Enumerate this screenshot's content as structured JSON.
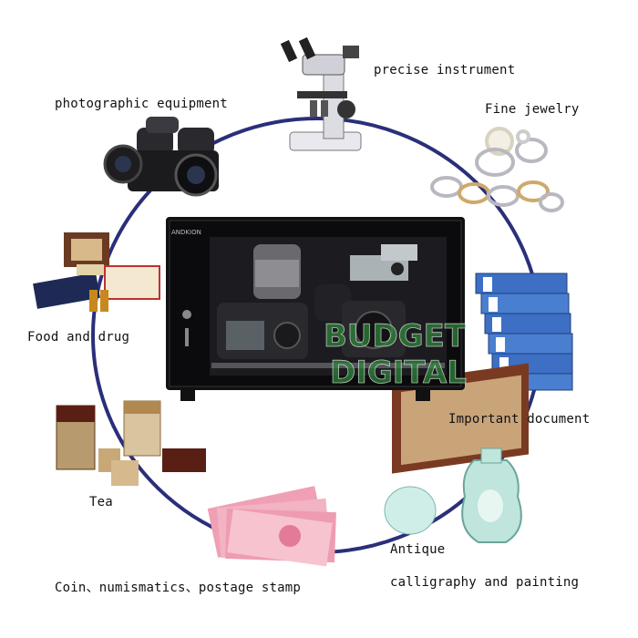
{
  "labels": {
    "precise_instrument": "precise instrument",
    "fine_jewelry": "Fine jewelry",
    "photographic_equipment": "photographic equipment",
    "food_and_drug": "Food and drug",
    "important_document": "Important document",
    "tea": "Tea",
    "antique": "Antique",
    "calligraphy": "calligraphy and painting",
    "coin": "Coin、numismatics、postage stamp"
  },
  "cabinet_brand": "ANDKION",
  "watermark": {
    "line1": "BUDGET",
    "line2": "DIGITAL"
  },
  "colors": {
    "ring": "#2b2f7a",
    "cabinet": "#111114",
    "watermark": "#2e8b3a"
  }
}
